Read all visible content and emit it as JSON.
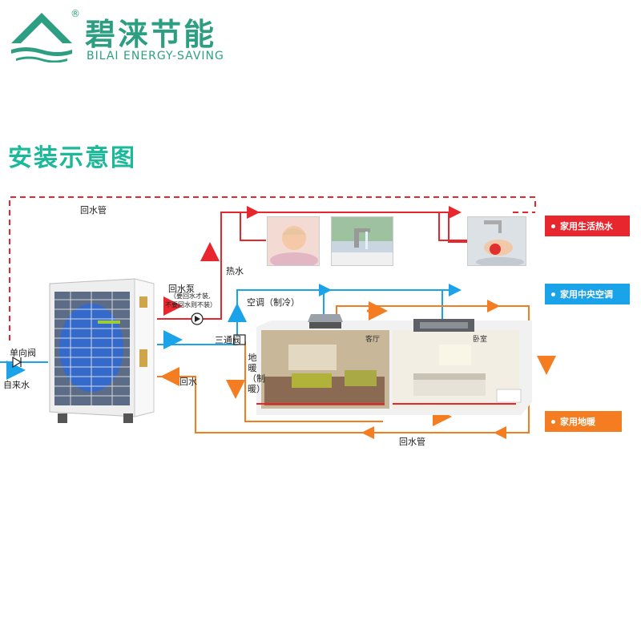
{
  "brand": {
    "name_cn": "碧涞节能",
    "name_en": "BILAI ENERGY-SAVING",
    "registered": "®"
  },
  "title": "安装示意图",
  "labels": {
    "return_pipe_top": "回水管",
    "hot_water": "热水",
    "return_pump": "回水泵",
    "return_pump_note1": "（要回水才装,",
    "return_pump_note2": "不要回水则不装）",
    "aircon": "空调（制冷）",
    "three_way_valve": "三通阀",
    "floor_heating": "地暖（制暖）",
    "check_valve": "单向阀",
    "tap_water": "自来水",
    "return_water": "回水",
    "return_pipe_bottom": "回水管",
    "living_room": "客厅",
    "bedroom": "卧室"
  },
  "badges": [
    {
      "text": "家用生活热水",
      "color": "#e8262d"
    },
    {
      "text": "家用中央空调",
      "color": "#1aa3e8"
    },
    {
      "text": "家用地暖",
      "color": "#f37d20"
    }
  ],
  "colors": {
    "hot": "#e8262d",
    "cold": "#1aa3e8",
    "heat": "#f37d20",
    "brand": "#2e9e82"
  }
}
